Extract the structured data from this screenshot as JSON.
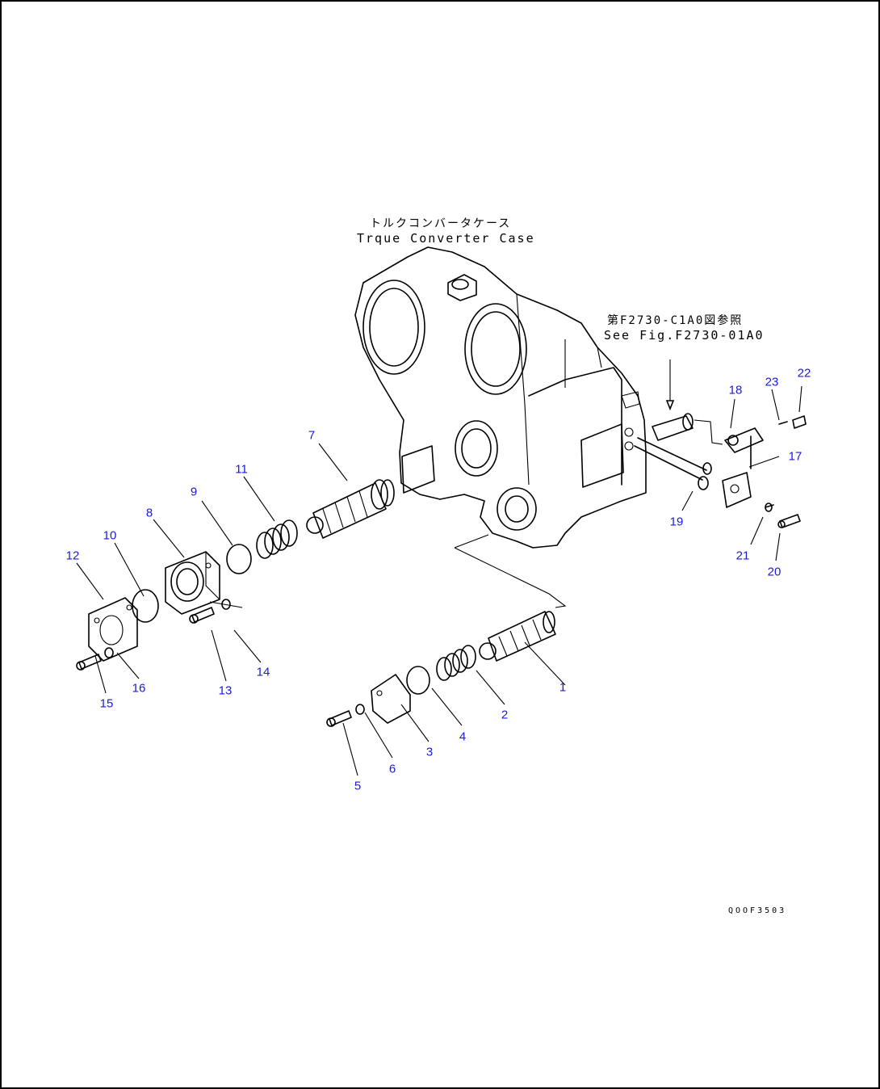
{
  "captions": {
    "case_jp": "トルクコンバータケース",
    "case_en": "Trque Converter Case",
    "ref_jp": "第F2730-C1A0図参照",
    "ref_en": "See Fig.F2730-01A0"
  },
  "callouts": [
    "1",
    "2",
    "3",
    "4",
    "5",
    "6",
    "7",
    "8",
    "9",
    "10",
    "11",
    "12",
    "13",
    "14",
    "15",
    "16",
    "17",
    "18",
    "19",
    "20",
    "21",
    "22",
    "23"
  ],
  "drawing_id": "QOOF3503",
  "colors": {
    "callout": "#1a1ad8",
    "line": "#000000"
  }
}
